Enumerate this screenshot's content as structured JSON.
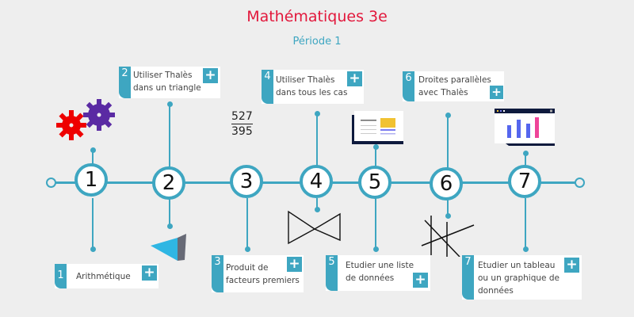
{
  "header": {
    "title": "Mathématiques 3e",
    "subtitle": "Période 1"
  },
  "timeline": {
    "nodes": [
      "1",
      "2",
      "3",
      "4",
      "5",
      "6",
      "7"
    ],
    "color": "#3ea6c1"
  },
  "cards": [
    {
      "num": "1",
      "line1": "Arithmétique",
      "line2": "",
      "line3": "",
      "action": "+"
    },
    {
      "num": "2",
      "line1": "Utiliser Thalès",
      "line2": "dans un triangle",
      "line3": "",
      "action": "+"
    },
    {
      "num": "3",
      "line1": "Produit de",
      "line2": "facteurs premiers",
      "line3": "",
      "action": "+"
    },
    {
      "num": "4",
      "line1": "Utiliser Thalès",
      "line2": "dans tous les cas",
      "line3": "",
      "action": "+"
    },
    {
      "num": "5",
      "line1": "Etudier une liste",
      "line2": "de données",
      "line3": "",
      "action": "+"
    },
    {
      "num": "6",
      "line1": "Droites parallèles",
      "line2": "avec Thalès",
      "line3": "",
      "action": "+"
    },
    {
      "num": "7",
      "line1": "Etudier un tableau",
      "line2": "ou un graphique de",
      "line3": "données",
      "action": "+"
    }
  ],
  "fraction": {
    "numerator": "527",
    "denominator": "395"
  },
  "icons": [
    "gears-icon",
    "triangle-prism-icon",
    "fraction-icon",
    "bowtie-triangles-icon",
    "document-icon",
    "parallel-lines-icon",
    "bar-chart-icon"
  ]
}
